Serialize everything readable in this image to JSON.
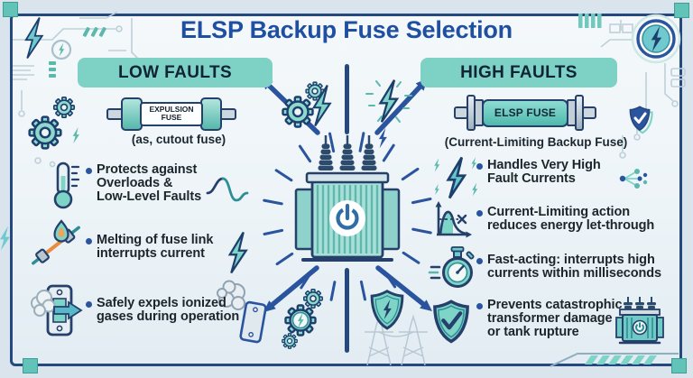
{
  "title": "ELSP Backup Fuse Selection",
  "left_column": {
    "header": "LOW FAULTS",
    "fuse": {
      "label_line1": "EXPULSION",
      "label_line2": "FUSE",
      "caption": "(as, cutout fuse)"
    },
    "bullets": [
      {
        "icon": "thermometer-icon",
        "lines": [
          "Protects against",
          "Overloads &",
          "Low-Level Faults"
        ]
      },
      {
        "icon": "melting-fuse-icon",
        "lines": [
          "Melting of fuse link",
          "interrupts current"
        ]
      },
      {
        "icon": "gas-expulsion-icon",
        "lines": [
          "Safely expels ionized",
          "gases during operation"
        ]
      }
    ]
  },
  "right_column": {
    "header": "HIGH FAULTS",
    "fuse": {
      "label": "ELSP FUSE",
      "caption": "(Current-Limiting Backup Fuse)"
    },
    "bullets": [
      {
        "icon": "lightning-burst-icon",
        "lines": [
          "Handles Very High",
          "Fault Currents"
        ]
      },
      {
        "icon": "current-curve-icon",
        "lines": [
          "Current-Limiting action",
          "reduces energy let-through"
        ]
      },
      {
        "icon": "stopwatch-icon",
        "lines": [
          "Fast-acting: interrupts high",
          "currents within milliseconds"
        ]
      },
      {
        "icon": "shield-check-icon",
        "lines": [
          "Prevents catastrophic",
          "transformer damage",
          "or tank rupture"
        ]
      }
    ]
  },
  "center": {
    "illustration": "transformer-illustration",
    "arrows": [
      "up-left",
      "up-right",
      "down-left",
      "down-right"
    ]
  },
  "decor_icons": [
    "gear-icon",
    "lightning-bolt-icon",
    "power-badge-icon",
    "shield-check-icon",
    "shield-lightning-icon",
    "sine-wave-icon",
    "branch-dots-icon",
    "smoke-vent-icon",
    "circuit-trace",
    "transmission-towers",
    "footer-stripe-bar"
  ],
  "colors": {
    "page_background": "#d9e4ed",
    "panel_background": "#eff5f8",
    "frame_navy": "#25497f",
    "title_blue": "#1f4fa0",
    "header_pill_teal": "#7ed1c5",
    "icon_teal": "#7fd4c8",
    "arrow_navy": "#2a549e",
    "text_dark": "#1d252c"
  }
}
